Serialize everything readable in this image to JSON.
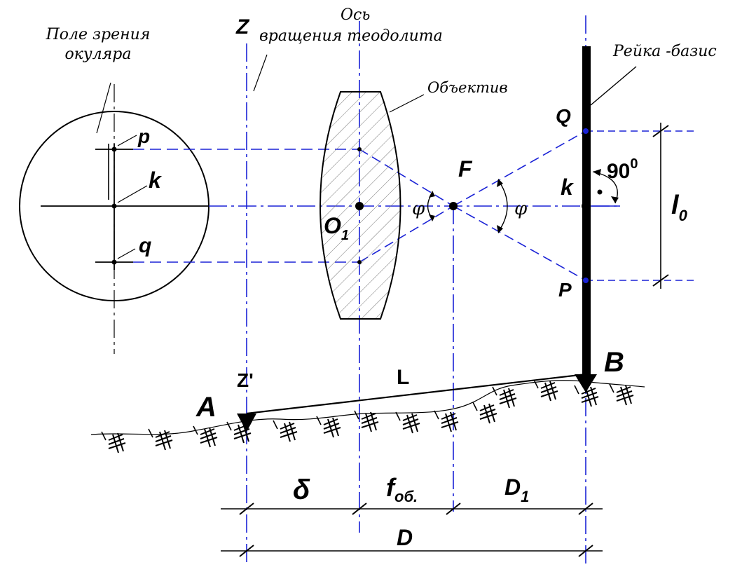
{
  "labels": {
    "eyepiece_field": [
      "Поле зрения",
      "окуляра"
    ],
    "axis_title": [
      "Ось",
      "вращения теодолита"
    ],
    "objective": "Объектив",
    "staff": "Рейка -базис",
    "Z": "Z",
    "Z_prime": "Z'",
    "p": "p",
    "k_left": "k",
    "q": "q",
    "O1": "O",
    "O1_sub": "1",
    "F": "F",
    "phi_left": "φ",
    "phi_right": "φ",
    "Q": "Q",
    "k_right": "k",
    "angle": "90",
    "angle_sup": "0",
    "P": "P",
    "l0": "l",
    "l0_sub": "0",
    "A": "A",
    "B": "B",
    "L": "L",
    "delta": "δ",
    "f": "f",
    "f_sub": "об.",
    "D1": "D",
    "D1_sub": "1",
    "D": "D"
  },
  "colors": {
    "construction": "#1a22d6",
    "ink": "#000000"
  }
}
